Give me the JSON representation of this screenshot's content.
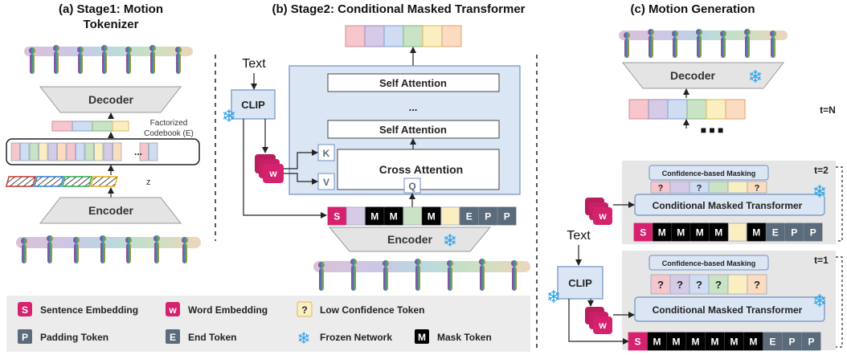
{
  "panels": {
    "a": {
      "title_line1": "(a) Stage1: Motion",
      "title_line2": "Tokenizer",
      "decoder": "Decoder",
      "encoder": "Encoder",
      "codebook_line1": "Factorized",
      "codebook_line2": "Codebook (E)",
      "ellipsis": "...",
      "z_label": "z"
    },
    "b": {
      "title": "(b) Stage2: Conditional Masked Transformer",
      "text": "Text",
      "clip": "CLIP",
      "w": "w",
      "k": "K",
      "v": "V",
      "q": "Q",
      "self_attention_1": "Self Attention",
      "ellipsis": "...",
      "self_attention_2": "Self Attention",
      "cross_attention": "Cross Attention",
      "encoder": "Encoder",
      "tokens": [
        "S",
        "",
        "M",
        "M",
        "",
        "M",
        "",
        "E",
        "P",
        "P"
      ]
    },
    "c": {
      "title": "(c)  Motion Generation",
      "decoder": "Decoder",
      "t_n": "t=N",
      "t_2": "t=2",
      "t_1": "t=1",
      "dots": "■ ■ ■",
      "confidence_masking": "Confidence-based Masking",
      "cmt": "Conditional Masked Transformer",
      "text": "Text",
      "clip": "CLIP",
      "w": "w",
      "q_row_2": [
        "?",
        "",
        "?",
        "",
        "",
        "?"
      ],
      "q_row_1": [
        "?",
        "?",
        "?",
        "?",
        "",
        "?"
      ],
      "tokens_2": [
        "S",
        "M",
        "M",
        "M",
        "M",
        "",
        "M",
        "E",
        "P",
        "P"
      ],
      "tokens_1": [
        "S",
        "M",
        "M",
        "M",
        "M",
        "M",
        "M",
        "E",
        "P",
        "P"
      ]
    }
  },
  "legend": {
    "s_glyph": "S",
    "s_label": "Sentence Embedding",
    "w_glyph": "w",
    "w_label": "Word Embedding",
    "q_glyph": "?",
    "q_label": "Low Confidence Token",
    "p_glyph": "P",
    "p_label": "Padding Token",
    "e_glyph": "E",
    "e_label": "End Token",
    "frozen_label": "Frozen Network",
    "m_glyph": "M",
    "m_label": "Mask Token"
  },
  "colors": {
    "magenta": "#d6226e",
    "slate": "#5a6b7b",
    "light_blue_box": "#dbe6f5",
    "blue_border": "#6f8fbf",
    "grey_box": "#e6e6e6",
    "token_pink": "#f5c6cc",
    "token_lavender": "#d6cbe6",
    "token_blue": "#cfdcf2",
    "token_green": "#c9e3c4",
    "token_yellow": "#fbefc2",
    "token_orange": "#fbdcc0",
    "snowflake": "#2ea3e8"
  }
}
